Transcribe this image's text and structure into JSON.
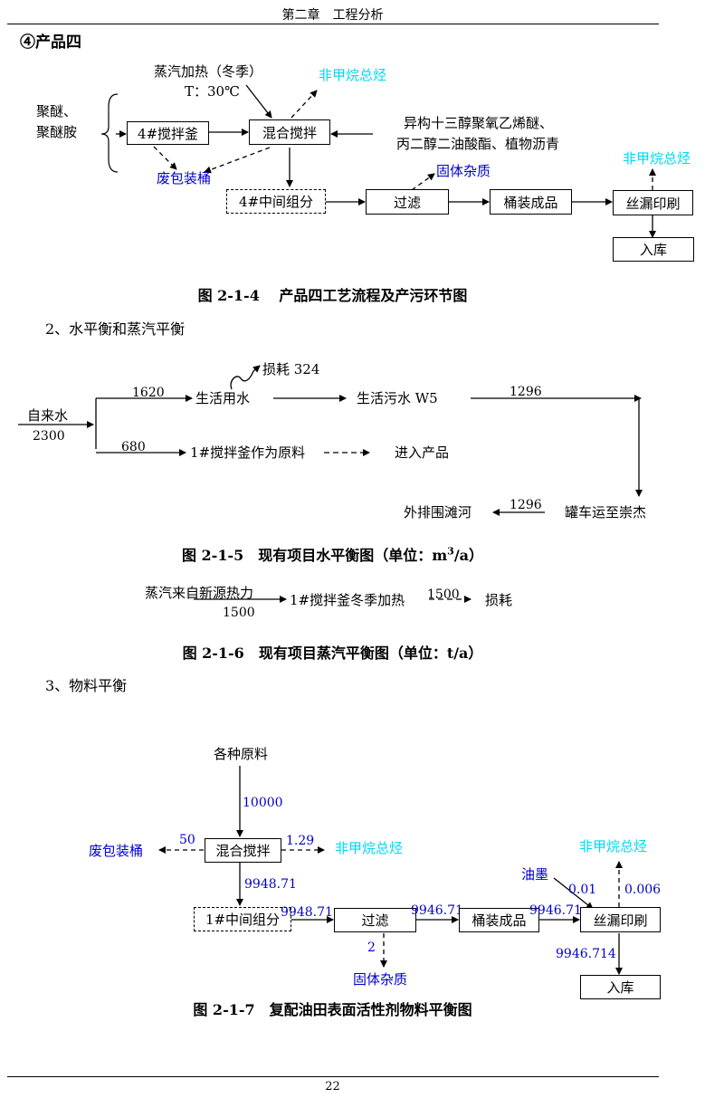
{
  "header": {
    "chapter": "第二章　工程分析"
  },
  "product4": {
    "heading": "④产品四",
    "raw1": "聚醚、",
    "raw2": "聚醚胺",
    "steam": "蒸汽加热（冬季）",
    "temp": "T：30℃",
    "voc1": "非甲烷总烃",
    "additives1": "异构十三醇聚氧乙烯醚、",
    "additives2": "丙二醇二油酸酯、植物沥青",
    "kettle": "4#搅拌釜",
    "mix": "混合搅拌",
    "waste_bucket": "废包装桶",
    "voc2": "非甲烷总烃",
    "solid": "固体杂质",
    "intermediate": "4#中间组分",
    "filter": "过滤",
    "barrel": "桶装成品",
    "print": "丝漏印刷",
    "storage": "入库",
    "caption": "图 2-1-4　 产品四工艺流程及产污环节图"
  },
  "sec2": {
    "title": "2、水平衡和蒸汽平衡"
  },
  "water": {
    "tap": "自来水",
    "tap_val": "2300",
    "v1620": "1620",
    "domestic": "生活用水",
    "loss": "损耗 324",
    "sewage": "生活污水 W5",
    "v1296a": "1296",
    "v680": "680",
    "kettle1": "1#搅拌釜作为原料",
    "product": "进入产品",
    "tanker": "罐车运至崇杰",
    "v1296b": "1296",
    "discharge": "外排围滩河",
    "caption_a": "图 2-1-5　现有项目水平衡图（单位：m",
    "caption_sup": "3",
    "caption_b": "/a）"
  },
  "steam_balance": {
    "source": "蒸汽来自新源热力",
    "v1500a": "1500",
    "kettle": "1#搅拌釜冬季加热",
    "v1500b": "1500",
    "loss": "损耗",
    "caption": "图 2-1-6　现有项目蒸汽平衡图（单位：t/a）"
  },
  "sec3": {
    "title": "3、物料平衡"
  },
  "material": {
    "raw": "各种原料",
    "v10000": "10000",
    "mix": "混合搅拌",
    "v50": "50",
    "waste_bucket": "废包装桶",
    "v129": "1.29",
    "voc": "非甲烷总烃",
    "v9948a": "9948.71",
    "intermediate": "1#中间组分",
    "v9948b": "9948.71",
    "filter": "过滤",
    "v2": "2",
    "solid": "固体杂质",
    "v9946a": "9946.71",
    "barrel": "桶装成品",
    "v9946b": "9946.71",
    "ink": "油墨",
    "v001": "0.01",
    "voc2": "非甲烷总烃",
    "v0006": "0.006",
    "print": "丝漏印刷",
    "v9946714": "9946.714",
    "storage": "入库",
    "caption": "图 2-1-7　复配油田表面活性剂物料平衡图"
  },
  "footer": {
    "page": "22"
  },
  "colors": {
    "cyan": "#00d8f0",
    "blue": "#0000cc"
  }
}
